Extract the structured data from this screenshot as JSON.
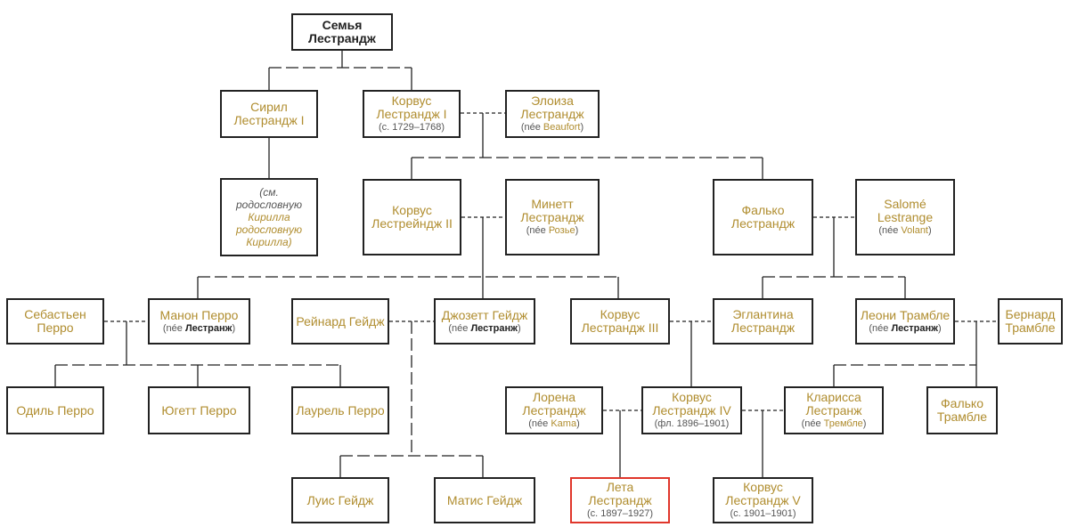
{
  "nodes": {
    "root": {
      "name": "Семья Лестрандж"
    },
    "kiril1": {
      "name": "Сирил Лестрандж I"
    },
    "korvus1": {
      "name": "Корвус Лестрандж I",
      "dates": "(с. 1729–1768)"
    },
    "eloiza": {
      "name": "Элоиза Лестрандж",
      "nee_pre": "(née ",
      "nee_name": "Beaufort",
      "nee_post": ")"
    },
    "kiril_note": {
      "lines": [
        "(см.",
        "родословную",
        "Кирилла",
        "родословную",
        "Кирилла)"
      ]
    },
    "korvus2": {
      "name": "Корвус Лестрейндж II"
    },
    "minett": {
      "name": "Минетт Лестрандж",
      "nee_pre": "(née ",
      "nee_name": "Розье",
      "nee_post": ")"
    },
    "falko": {
      "name": "Фалько Лестрандж"
    },
    "salome": {
      "name": "Salomé Lestrange",
      "nee_pre": "(née ",
      "nee_name": "Volant",
      "nee_post": ")"
    },
    "sebastien": {
      "name": "Себастьен Перро"
    },
    "manon": {
      "name": "Манон Перро",
      "nee_pre": "(née ",
      "nee_bold": "Лестранж",
      "nee_post": ")"
    },
    "reynard": {
      "name": "Рейнард Гейдж"
    },
    "jozett": {
      "name": "Джозетт Гейдж",
      "nee_pre": "(née ",
      "nee_bold": "Лестранж",
      "nee_post": ")"
    },
    "korvus3": {
      "name": "Корвус Лестрандж III"
    },
    "eglantina": {
      "name": "Эглантина Лестрандж"
    },
    "leoni": {
      "name": "Леони Трамбле",
      "nee_pre": "(née ",
      "nee_bold": "Лестранж",
      "nee_post": ")"
    },
    "bernard": {
      "name": "Бернард Трамбле"
    },
    "odil": {
      "name": "Одиль Перро"
    },
    "yugett": {
      "name": "Югетт Перро"
    },
    "laurel": {
      "name": "Лаурель Перро"
    },
    "lorena": {
      "name": "Лорена Лестрандж",
      "nee_pre": "(née ",
      "nee_name": "Kama",
      "nee_post": ")"
    },
    "korvus4": {
      "name": "Корвус Лестрандж IV",
      "dates": "(фл. 1896–1901)"
    },
    "klarissa": {
      "name": "Кларисса Лестранж",
      "nee_pre": "(née ",
      "nee_name": "Трембле",
      "nee_post": ")"
    },
    "falko_t": {
      "name": "Фалько Трамбле"
    },
    "luis": {
      "name": "Луис Гейдж"
    },
    "matis": {
      "name": "Матис Гейдж"
    },
    "leta": {
      "name": "Лета Лестрандж",
      "dates": "(с. 1897–1927)"
    },
    "korvus5": {
      "name": "Корвус Лестрандж V",
      "dates": "(с. 1901–1901)"
    }
  },
  "colors": {
    "name": "#b08d2f",
    "line": "#222222",
    "highlight": "#e0362b"
  }
}
